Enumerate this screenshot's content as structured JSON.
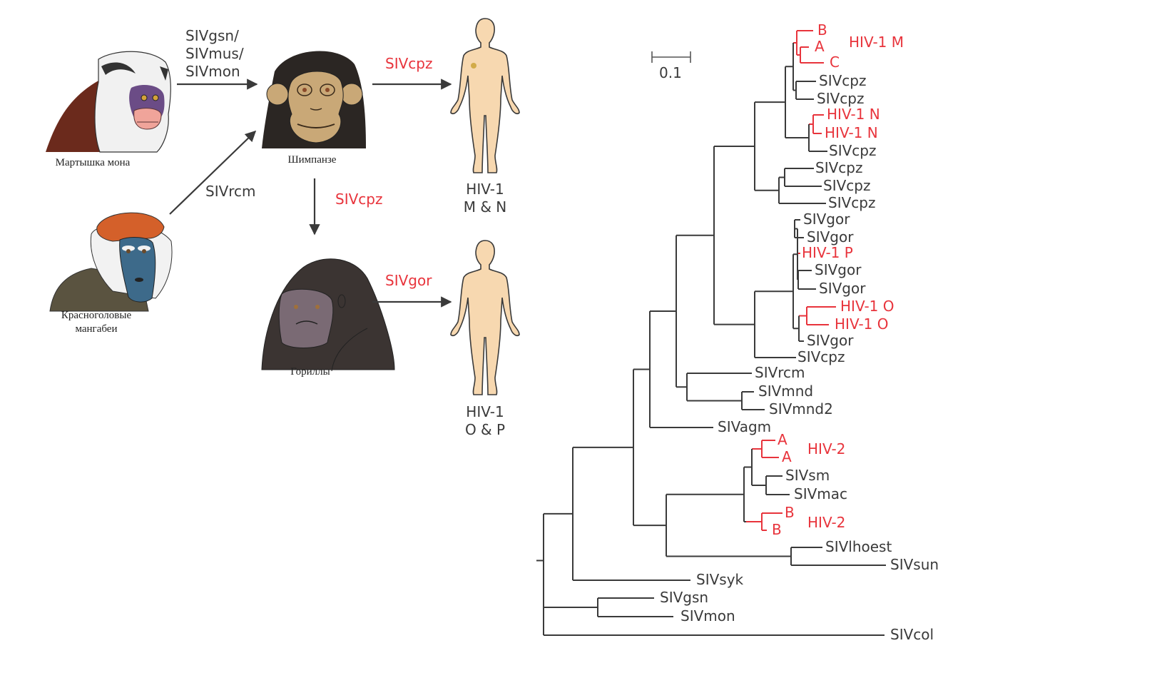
{
  "colors": {
    "line": "#3a3a3a",
    "highlight": "#e8343c",
    "skin": "#f7d8b0",
    "chimp_fur": "#2b2623",
    "chimp_face": "#c9a877",
    "gorilla_fur": "#3b3432",
    "gorilla_face": "#7a6a74",
    "mona_fur": "#f1f1f1",
    "mona_back": "#6b2a1c",
    "mona_face": "#6b4c86",
    "mona_muzzle": "#f0a49a",
    "mangabey_cap": "#d4602a",
    "mangabey_body": "#5a5340",
    "mangabey_face": "#3d6a8a"
  },
  "transmission": {
    "animals": {
      "mona": {
        "label": "Мартышка мона",
        "icon": "mona-monkey-illustration"
      },
      "mangabey": {
        "label_line1": "Красноголовые",
        "label_line2": "мангабеи",
        "icon": "red-capped-mangabey-illustration"
      },
      "chimp": {
        "label": "Шимпанзе",
        "icon": "chimpanzee-illustration"
      },
      "gorilla": {
        "label": "Гориллы",
        "icon": "gorilla-illustration"
      }
    },
    "arrows": {
      "mona_to_chimp": {
        "line1": "SIVgsn/",
        "line2": "SIVmus/",
        "line3": "SIVmon",
        "highlight": false
      },
      "mangabey_to_chimp": {
        "label": "SIVrcm",
        "highlight": false
      },
      "chimp_to_human": {
        "label": "SIVcpz",
        "highlight": true
      },
      "chimp_to_gorilla": {
        "label": "SIVcpz",
        "highlight": true
      },
      "gorilla_to_human": {
        "label": "SIVgor",
        "highlight": true
      }
    },
    "humans": {
      "human1": {
        "line1": "HIV-1",
        "line2": "M & N",
        "icon": "human-figure"
      },
      "human2": {
        "line1": "HIV-1",
        "line2": "O & P",
        "icon": "human-figure"
      }
    }
  },
  "tree": {
    "scale_bar": {
      "label": "0.1",
      "value": 0.1
    },
    "tips": [
      {
        "id": "B1",
        "label": "B",
        "highlight": true
      },
      {
        "id": "A1",
        "label": "A",
        "highlight": true
      },
      {
        "id": "C1",
        "label": "C",
        "highlight": true
      },
      {
        "id": "cpz1",
        "label": "SIVcpz",
        "highlight": false
      },
      {
        "id": "cpz2",
        "label": "SIVcpz",
        "highlight": false
      },
      {
        "id": "N1",
        "label": "HIV-1 N",
        "highlight": true
      },
      {
        "id": "N2",
        "label": "HIV-1 N",
        "highlight": true
      },
      {
        "id": "cpz3",
        "label": "SIVcpz",
        "highlight": false
      },
      {
        "id": "cpz4",
        "label": "SIVcpz",
        "highlight": false
      },
      {
        "id": "cpz5",
        "label": "SIVcpz",
        "highlight": false
      },
      {
        "id": "cpz6",
        "label": "SIVcpz",
        "highlight": false
      },
      {
        "id": "gor1",
        "label": "SIVgor",
        "highlight": false
      },
      {
        "id": "gor2",
        "label": "SIVgor",
        "highlight": false
      },
      {
        "id": "P1",
        "label": "HIV-1 P",
        "highlight": true
      },
      {
        "id": "gor3",
        "label": "SIVgor",
        "highlight": false
      },
      {
        "id": "gor4",
        "label": "SIVgor",
        "highlight": false
      },
      {
        "id": "O1",
        "label": "HIV-1 O",
        "highlight": true
      },
      {
        "id": "O2",
        "label": "HIV-1 O",
        "highlight": true
      },
      {
        "id": "gor5",
        "label": "SIVgor",
        "highlight": false
      },
      {
        "id": "cpz7",
        "label": "SIVcpz",
        "highlight": false
      },
      {
        "id": "rcm",
        "label": "SIVrcm",
        "highlight": false
      },
      {
        "id": "mnd",
        "label": "SIVmnd",
        "highlight": false
      },
      {
        "id": "mnd2",
        "label": "SIVmnd2",
        "highlight": false
      },
      {
        "id": "agm",
        "label": "SIVagm",
        "highlight": false
      },
      {
        "id": "A2",
        "label": "A",
        "highlight": true
      },
      {
        "id": "A3",
        "label": "A",
        "highlight": true
      },
      {
        "id": "sm",
        "label": "SIVsm",
        "highlight": false
      },
      {
        "id": "mac",
        "label": "SIVmac",
        "highlight": false
      },
      {
        "id": "B2",
        "label": "B",
        "highlight": true
      },
      {
        "id": "B3",
        "label": "B",
        "highlight": true
      },
      {
        "id": "lhoest",
        "label": "SIVlhoest",
        "highlight": false
      },
      {
        "id": "sun",
        "label": "SIVsun",
        "highlight": false
      },
      {
        "id": "syk",
        "label": "SIVsyk",
        "highlight": false
      },
      {
        "id": "gsn",
        "label": "SIVgsn",
        "highlight": false
      },
      {
        "id": "mon",
        "label": "SIVmon",
        "highlight": false
      },
      {
        "id": "col",
        "label": "SIVcol",
        "highlight": false
      }
    ],
    "group_labels": [
      {
        "id": "hiv1m",
        "label": "HIV-1 M"
      },
      {
        "id": "hiv2a",
        "label": "HIV-2"
      },
      {
        "id": "hiv2b",
        "label": "HIV-2"
      }
    ]
  }
}
